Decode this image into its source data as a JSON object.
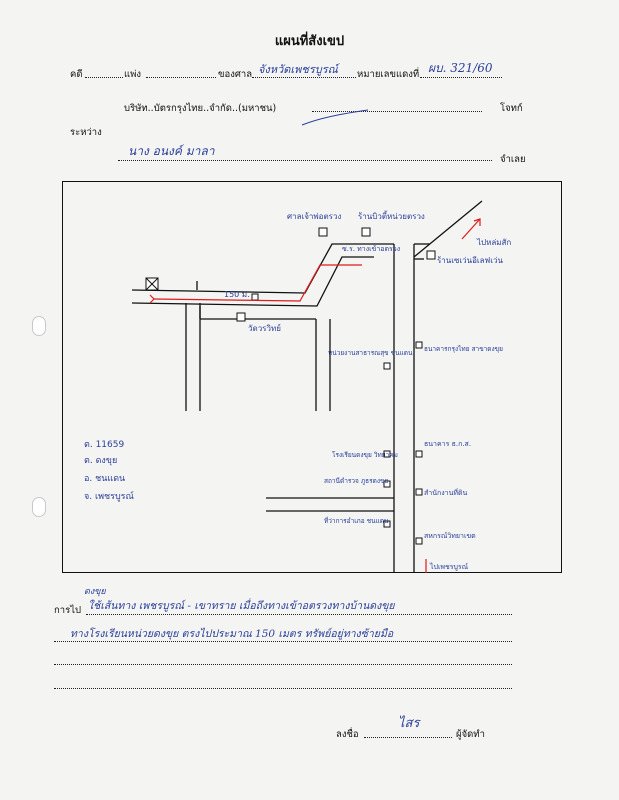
{
  "header": {
    "title": "แผนที่สังเขป",
    "case_label": "คดี",
    "civil_label": "แพ่ง",
    "court_label": "ของศาล",
    "court_value": "จังหวัดเพชรบูรณ์",
    "case_no_label": "หมายเลขแดงที่",
    "case_no_value": "ผบ. 321/60",
    "plaintiff_text": "บริษัท..บัตรกรุงไทย..จำกัด..(มหาชน)",
    "plaintiff_role": "โจทก์",
    "between_label": "ระหว่าง",
    "defendant_value": "นาง อนงค์   มาลา",
    "defendant_role": "จำเลย"
  },
  "map": {
    "labels": {
      "shrine": "ศาลเจ้าพ่อตรวง",
      "beauty": "ร้านบิวตี้หน่วยตรวง",
      "school_entrance": "ซ.ร. ทางเข้าอตรวง",
      "to_lomsak": "ไปหล่มสัก",
      "seven_eleven": "ร้านเซเว่นอีเลฟเว่น",
      "distance_label": "150 ม.",
      "temple": "วัดวรวิทย์",
      "health_center": "หน่วยงานสาธารณสุข ชนแดน",
      "ktb_bank": "ธนาคารกรุงไทย สาขาดงขุย",
      "school_vi": "โรงเรียนดงขุย วิทยาคม",
      "baac_bank": "ธนาคาร ธ.ก.ส.",
      "police": "สถานีตำรวจ ภูธรดงขุย",
      "land_office": "สำนักงานที่ดิน",
      "ob_tor": "ที่ว่าการอำเภอ ชนแดน",
      "school_big": "สหกรณ์วิทยาเขต",
      "to_phetchabun": "ไปเพชรบูรณ์"
    },
    "legend": [
      "ต. 11659",
      "ต. ดงขุย",
      "อ. ชนแดน",
      "จ. เพชรบูรณ์"
    ],
    "colors": {
      "ink": "#111111",
      "pen_blue": "#2a3f9a",
      "route_red": "#e0191e"
    }
  },
  "directions": {
    "label": "การไป",
    "line1": "ใช้เส้นทาง เพชรบูรณ์ - เขาทราย เมื่อถึงทางเข้าอตรวงทางบ้านดงขุย",
    "line1_note": "ดงขุย",
    "line2": "ทางโรงเรียนหน่วยดงขุย ตรงไปประมาณ 150 เมตร ทรัพย์อยู่ทางซ้ายมือ"
  },
  "signature": {
    "label": "ลงชื่อ",
    "value": "ไสร",
    "role": "ผู้จัดทำ"
  }
}
